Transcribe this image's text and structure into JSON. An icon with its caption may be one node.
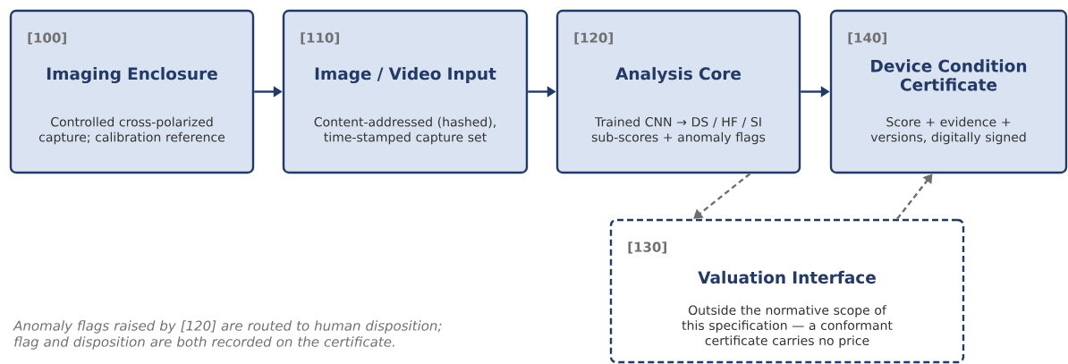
{
  "diagram": {
    "nodes": [
      {
        "text": [
          "[100]",
          "Imaging Enclosure",
          "Controlled cross-polarized capture; calibration reference"
        ]
      },
      {
        "text": [
          "[110]",
          "Image / Video Input",
          "Content-addressed (hashed), time-stamped capture set"
        ]
      },
      {
        "text": [
          "[120]",
          "Analysis Core",
          "Trained CNN → DS / HF / SI sub-scores + anomaly flags"
        ]
      },
      {
        "text": [
          "[140]",
          "Device Condition Certificate",
          "Score + evidence + versions, digitally signed"
        ]
      },
      {
        "text": [
          "[130]",
          "Valuation Interface",
          "Outside the normative scope of this specification — a conformant certificate carries no price"
        ]
      }
    ],
    "edges": [
      {
        "from": 0,
        "to": 1,
        "arrow": "to"
      },
      {
        "from": 1,
        "to": 2,
        "arrow": "to"
      },
      {
        "from": 2,
        "to": 3,
        "arrow": "to"
      },
      {
        "from": 2,
        "to": 4,
        "arrow": "to",
        "style": "dashed",
        "color": "#6e6e6e"
      },
      {
        "from": 4,
        "to": 3,
        "arrow": "to",
        "style": "dashed",
        "color": "#6e6e6e"
      }
    ],
    "labels": [
      "Anomaly flags raised by [120] are routed to human disposition; flag and disposition are both recorded on the certificate."
    ]
  }
}
